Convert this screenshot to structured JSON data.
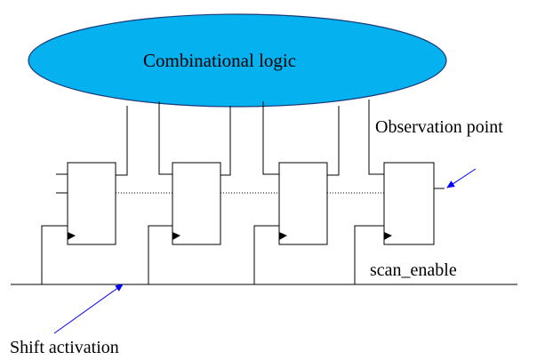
{
  "labels": {
    "logic_block": "Combinational logic",
    "observation_point": "Observation point",
    "scan_enable": "scan_enable",
    "shift_activation": "Shift activation"
  },
  "colors": {
    "logic_fill": "#06b1f0",
    "logic_stroke": "#1a3a7a",
    "wire": "#000000",
    "annotation_arrow": "#0000ff",
    "background": "#ffffff"
  },
  "scan_chain": {
    "flip_flop_count": 4
  }
}
